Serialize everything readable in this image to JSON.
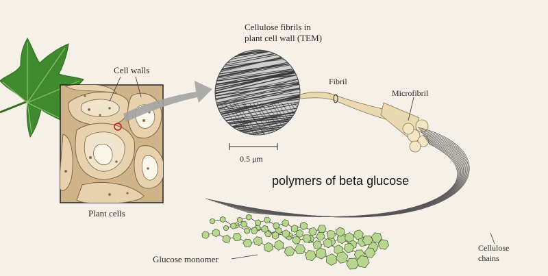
{
  "labels": {
    "title_line1": "Cellulose fibrils in",
    "title_line2": "plant cell wall (TEM)",
    "cell_walls": "Cell walls",
    "fibril": "Fibril",
    "microfibril": "Microfibril",
    "scale": "0.5 μm",
    "plant_cells": "Plant cells",
    "caption": "polymers of beta glucose",
    "glucose_monomer": "Glucose monomer",
    "chains_line1": "Cellulose",
    "chains_line2": "chains"
  },
  "colors": {
    "background": "#f6f1e8",
    "leaf": "#3f8a2e",
    "cell_wall": "#e8d2ae",
    "cell_outline": "#7a6548",
    "fibril": "#ead9b0",
    "glucose": "#b8d690",
    "arrow": "#9a9a9a"
  }
}
